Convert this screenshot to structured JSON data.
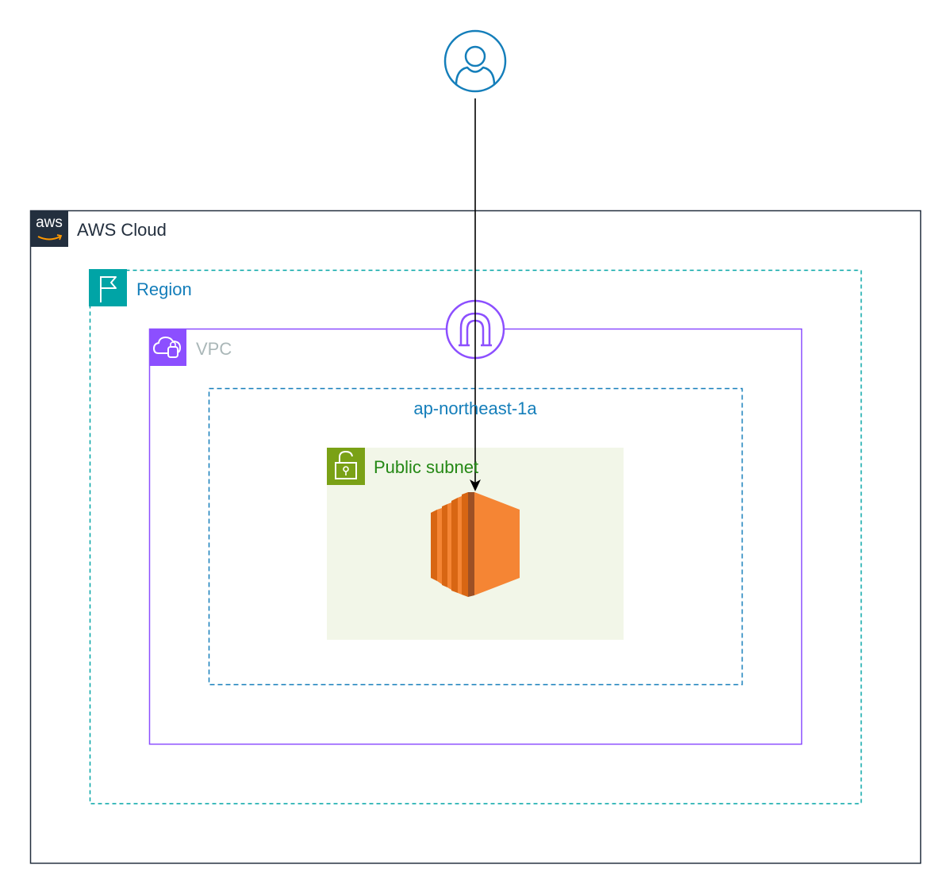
{
  "diagram": {
    "aws_cloud": {
      "label": "AWS Cloud",
      "logo_text": "aws",
      "border_color": "#232F3E",
      "logo_bg": "#232F3E"
    },
    "region": {
      "label": "Region",
      "color": "#00A4A6",
      "label_color": "#147EBA"
    },
    "vpc": {
      "label": "VPC",
      "color": "#8C4FFF",
      "label_color": "#AAB7B8"
    },
    "availability_zone": {
      "label": "ap-northeast-1a",
      "color": "#147EBA"
    },
    "public_subnet": {
      "label": "Public subnet",
      "color": "#7AA116",
      "fill": "#F2F6E8",
      "label_color": "#248814"
    },
    "user": {
      "icon": "user-icon",
      "color": "#147EBA"
    },
    "internet_gateway": {
      "icon": "internet-gateway-icon",
      "color": "#8C4FFF"
    },
    "ec2_instance": {
      "icon": "ec2-instance-icon",
      "color": "#ED7100"
    },
    "connector": {
      "from": "user",
      "to": "ec2_instance",
      "color": "#000000"
    }
  }
}
